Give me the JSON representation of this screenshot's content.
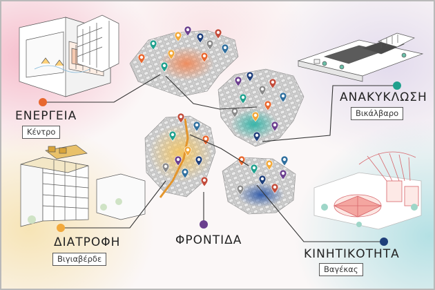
{
  "themes": {
    "energy": {
      "label": "ΕΝΕΡΓΕΙΑ",
      "district": "Κέντρο",
      "color": "#e8672f"
    },
    "recycling": {
      "label": "ΑΝΑΚΥΚΛΩΣΗ",
      "district": "Βικάλβαρο",
      "color": "#1fa08d"
    },
    "nutrition": {
      "label": "ΔΙΑΤΡΟΦΗ",
      "district": "Βιγιαβέρδε",
      "color": "#f2a93b"
    },
    "care": {
      "label": "ΦΡΟΝΤΙΔΑ",
      "district": "",
      "color": "#6b3f8e"
    },
    "mobility": {
      "label": "ΚΙΝΗΤΙΚΟΤΗΤΑ",
      "district": "Βαγέκας",
      "color": "#1f3f7a"
    }
  }
}
